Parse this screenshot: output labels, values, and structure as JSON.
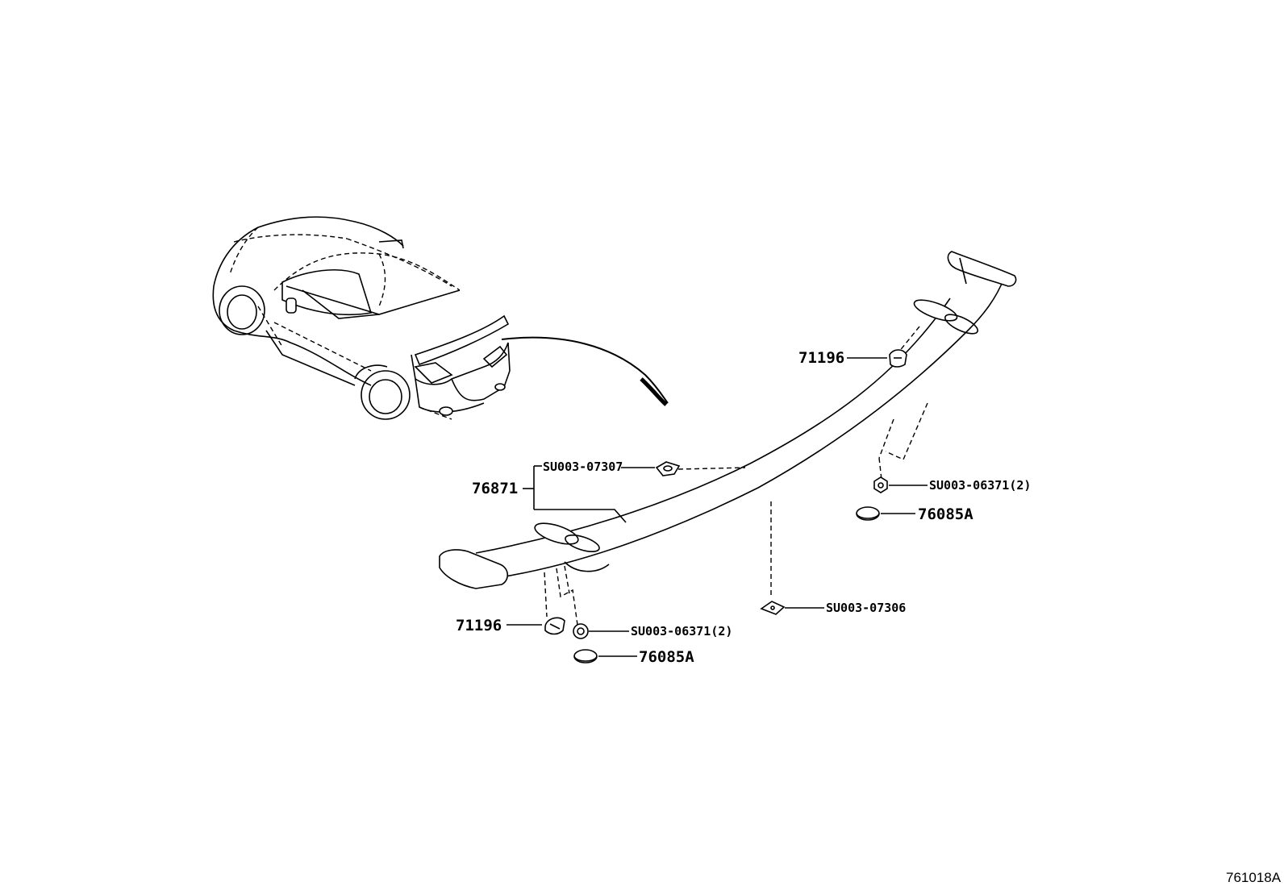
{
  "diagram_id": "761018A",
  "callouts": {
    "spoiler_assembly": "76871",
    "clip_upper": "71196",
    "clip_lower": "71196",
    "bracket_label_upper": "SU003-07307",
    "bracket_label_lower": "SU003-07306",
    "nut_upper": "SU003-06371(2)",
    "nut_lower": "SU003-06371(2)",
    "cap_upper": "76085A",
    "cap_lower": "76085A"
  },
  "colors": {
    "line": "#000000",
    "background": "#ffffff"
  }
}
